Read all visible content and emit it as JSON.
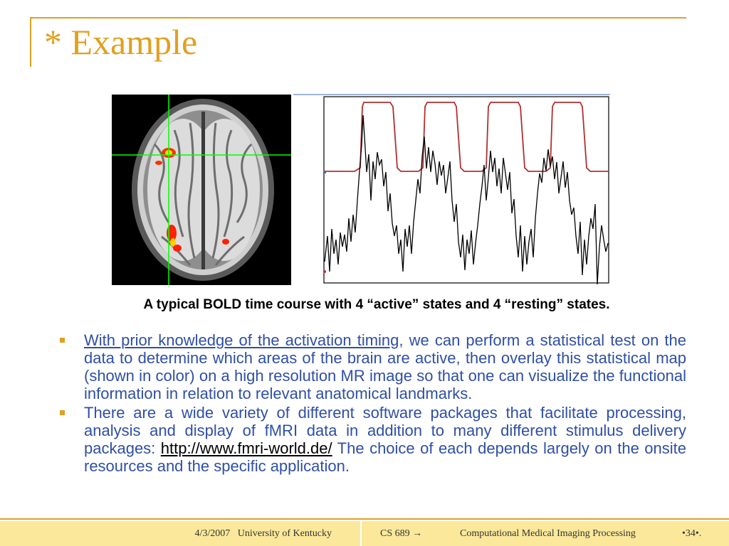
{
  "slide": {
    "title": "* Example",
    "caption": "A typical BOLD time course with 4 “active” states and 4 “resting” states."
  },
  "bullets": [
    {
      "link_text": "With prior knowledge of the activation timing",
      "text": ", we can perform a statistical test on the data to determine which areas of the brain are active, then overlay this statistical map (shown in color) on a high resolution MR image so that one can visualize the functional information in relation to relevant anatomical landmarks."
    },
    {
      "text_before": "There are a wide variety of different software packages that facilitate processing, analysis and display of fMRI data in addition to many different stimulus delivery packages: ",
      "link_text": "http://www.fmri-world.de/",
      "text_after": " The choice of each depends largely on the onsite resources and the specific application."
    }
  ],
  "footer": {
    "left": "4/3/2007   University of Kentucky",
    "course": "CS 689 →",
    "center": "Computational Medical Imaging Processing",
    "page": "•34•."
  },
  "colors": {
    "accent": "#e0a020",
    "body_text": "#2f4fa6",
    "footer_bg": "#fbe89a",
    "stimulus_trace": "#b03030",
    "bold_trace": "#000000"
  },
  "icons": {
    "bullet": "square-bullet-icon"
  }
}
